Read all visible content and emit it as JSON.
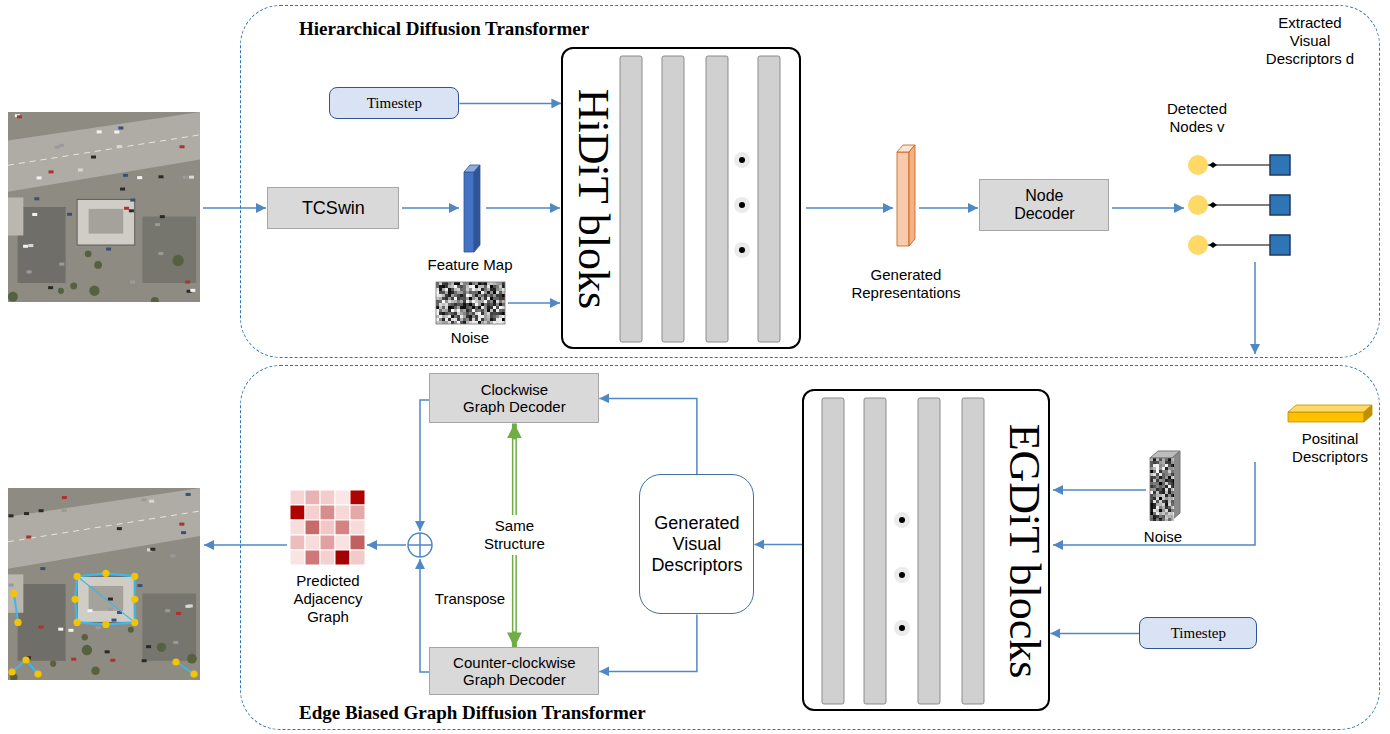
{
  "diagram": {
    "nodes": [
      {
        "text": [
          "Hierarchical Diffusion Transformer"
        ]
      },
      {
        "text": [
          "Timestep"
        ],
        "in": 0
      },
      {
        "text": [
          "TCSwin"
        ],
        "in": 0
      },
      {
        "text": [
          "HiDiT bloks"
        ],
        "in": 0
      },
      {
        "text": [
          "Node Decoder"
        ],
        "in": 0
      },
      {
        "text": [
          "Edge Biased Graph Diffusion Transformer"
        ]
      },
      {
        "text": [
          "Clockwise Graph Decoder"
        ],
        "in": 5
      },
      {
        "text": [
          "Counter-clockwise Graph Decoder"
        ],
        "in": 5
      },
      {
        "text": [
          "Generated Visual Descriptors"
        ],
        "in": 5
      },
      {
        "text": [
          "EGDiT blocks"
        ],
        "in": 5
      },
      {
        "text": [
          "Timestep"
        ],
        "in": 5
      }
    ],
    "edges": [
      {
        "from": 1,
        "to": 3,
        "arrow": "to"
      },
      {
        "from": 8,
        "to": 6,
        "arrow": "to"
      },
      {
        "from": 6,
        "to": 7,
        "arrow": "both",
        "label": "Same Structure"
      },
      {
        "from": 8,
        "to": 7,
        "arrow": "to"
      },
      {
        "from": 9,
        "to": 8,
        "arrow": "to"
      },
      {
        "from": 10,
        "to": 9,
        "arrow": "to"
      }
    ],
    "labels": [
      "Feature Map",
      "Noise",
      "Generated Representations",
      "Detected Nodes v",
      "Extracted Visual Descriptors d",
      "Noise",
      "Positinal Descriptors",
      "Transpose",
      "Predicted Adjacency Graph"
    ]
  }
}
